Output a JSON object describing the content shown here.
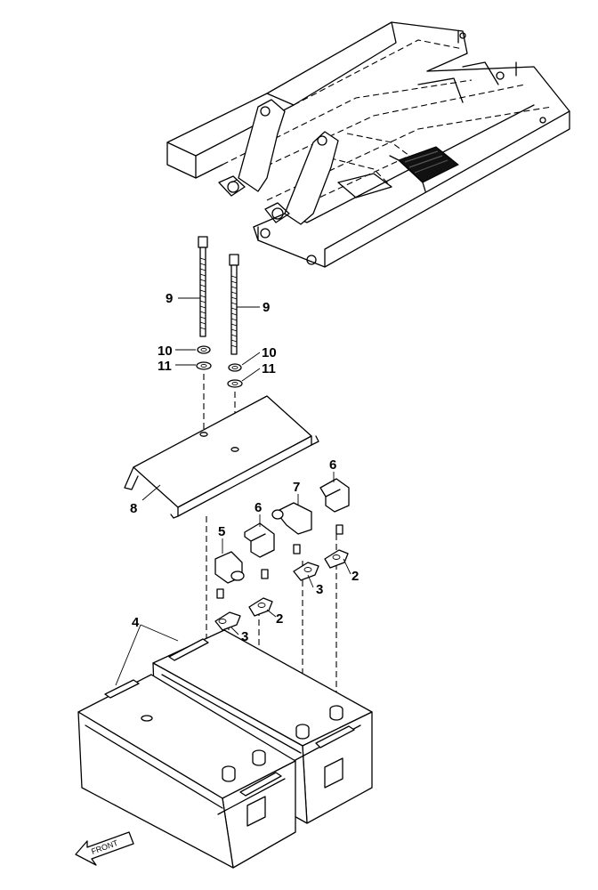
{
  "callouts": {
    "c1": "9",
    "c2": "9",
    "c3": "10",
    "c4": "10",
    "c5": "11",
    "c6": "11",
    "c7": "8",
    "c8": "6",
    "c9": "7",
    "c10": "6",
    "c11": "5",
    "c12": "2",
    "c13": "3",
    "c14": "2",
    "c15": "3",
    "c16": "4"
  },
  "front_arrow": "FRONT"
}
